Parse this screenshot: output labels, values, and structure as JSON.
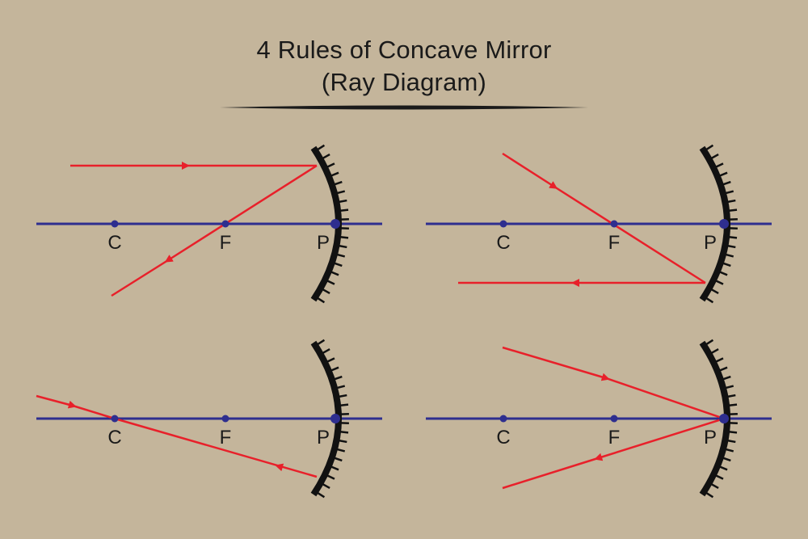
{
  "title": {
    "line1": "4 Rules of Concave Mirror",
    "line2": "(Ray Diagram)"
  },
  "colors": {
    "background": "#c4b59b",
    "axis": "#2e2e8f",
    "ray": "#e8202a",
    "mirror": "#111111",
    "text": "#1a1a1a"
  },
  "panels": [
    {
      "id": "rule-1",
      "points": [
        {
          "label": "C"
        },
        {
          "label": "F"
        },
        {
          "label": "P"
        }
      ],
      "rays": [
        "incident-parallel",
        "reflected-through-focus"
      ]
    },
    {
      "id": "rule-2",
      "points": [
        {
          "label": "C"
        },
        {
          "label": "F"
        },
        {
          "label": "P"
        }
      ],
      "rays": [
        "incident-through-focus",
        "reflected-parallel"
      ]
    },
    {
      "id": "rule-3",
      "points": [
        {
          "label": "C"
        },
        {
          "label": "F"
        },
        {
          "label": "P"
        }
      ],
      "rays": [
        "incident-through-centre",
        "reflected-back-along-same-path"
      ]
    },
    {
      "id": "rule-4",
      "points": [
        {
          "label": "C"
        },
        {
          "label": "F"
        },
        {
          "label": "P"
        }
      ],
      "rays": [
        "incident-at-pole",
        "reflected-symmetric"
      ]
    }
  ]
}
